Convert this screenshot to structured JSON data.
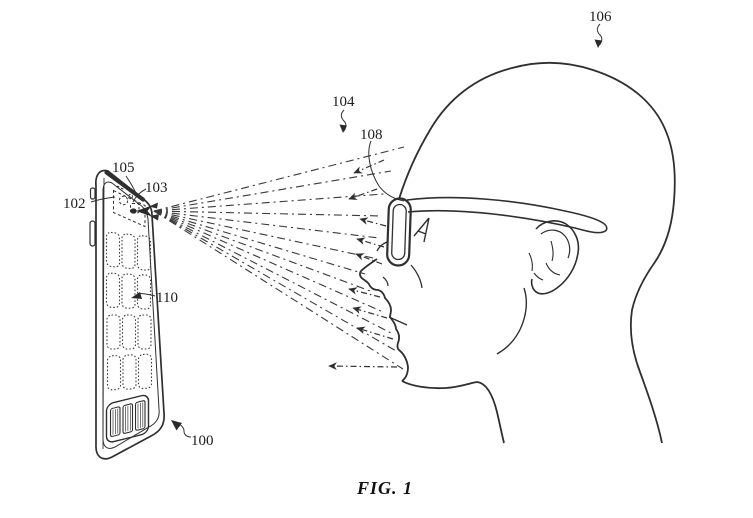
{
  "figure": {
    "caption": "FIG. 1",
    "reference_labels": {
      "device": "100",
      "housing": "102",
      "sensor": "103",
      "light_pattern": "104",
      "device_top_edge": "105",
      "head": "106",
      "glasses": "108",
      "app_icon": "110"
    },
    "colors": {
      "ink": "#2f2f2f",
      "background": "#ffffff"
    }
  }
}
